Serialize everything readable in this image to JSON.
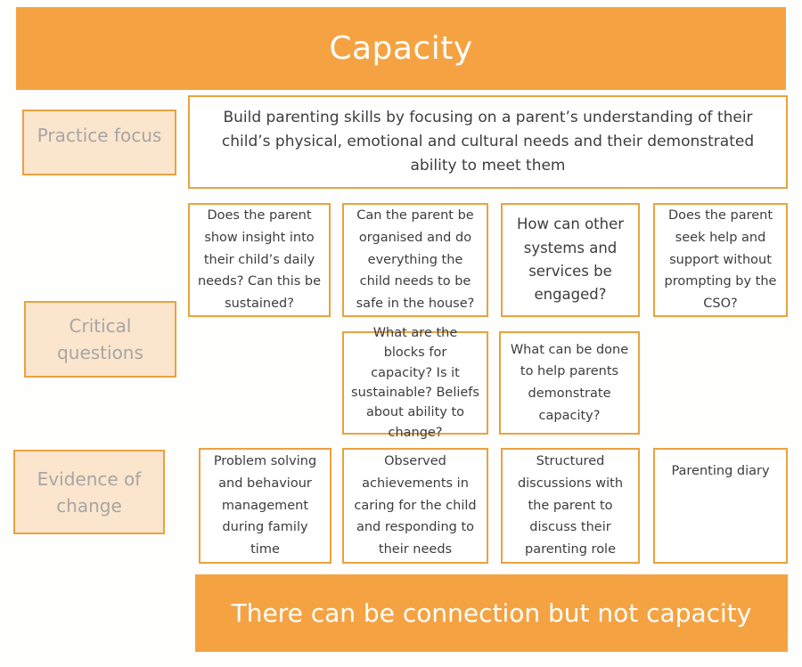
{
  "header": {
    "title": "Capacity"
  },
  "practice": {
    "label": "Practice focus",
    "content": "Build parenting skills by focusing on a parent’s understanding of their child’s physical, emotional and cultural needs and their demonstrated ability to meet them"
  },
  "critical": {
    "label": "Critical questions",
    "row1": [
      "Does the parent show insight into their child’s daily needs? Can this be sustained?",
      "Can the parent be organised and do everything the child needs to be safe in the house?",
      "How can other systems and services be engaged?",
      "Does the parent seek help and support without prompting by the CSO?"
    ],
    "row2": [
      "What are the blocks for capacity? Is it sustainable? Beliefs about ability to change?",
      "What can be done to help parents demonstrate capacity?"
    ]
  },
  "evidence": {
    "label": "Evidence of change",
    "items": [
      "Problem solving and behaviour management during family time",
      "Observed achievements in caring for the child and responding to their needs",
      "Structured discussions with the parent to discuss their parenting role",
      "Parenting diary"
    ]
  },
  "footer": {
    "title": "There can be connection but not capacity"
  },
  "colors": {
    "banner_orange": "#f5a342",
    "label_fill": "#fbe5cc",
    "box_border": "#e9a23f",
    "label_text": "#a6a6a6",
    "body_text": "#3d3d3d",
    "banner_text": "#ffffff"
  }
}
